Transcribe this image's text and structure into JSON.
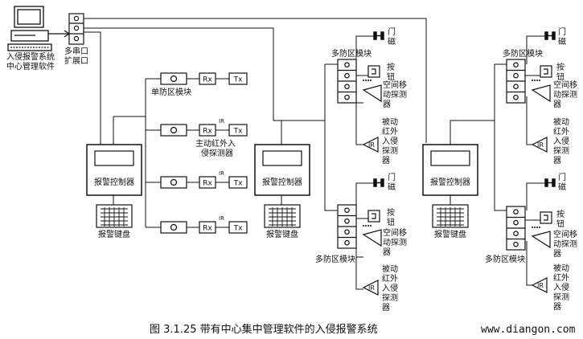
{
  "labels": {
    "software": [
      "入侵报警系统",
      "中心管理软件"
    ],
    "serial": [
      "多串口",
      "扩展口"
    ],
    "controller": "报警控制器",
    "keyboard": "报警键盘",
    "single_zone": "单防区模块",
    "multi_zone": "多防区模块",
    "active_ir": [
      "主动红外入",
      "侵探测器"
    ],
    "rx": "Rx",
    "tx": "Tx",
    "ir": "IR",
    "door": [
      "门",
      "磁"
    ],
    "button": [
      "按",
      "钮"
    ],
    "motion": [
      "空间移",
      "动探测",
      "器"
    ],
    "passive_ir": [
      "被动",
      "红外",
      "入侵",
      "探测",
      "器"
    ]
  },
  "caption": "图 3.1.25   带有中心集中管理软件的入侵报警系统",
  "watermark": "www.diangon.com"
}
